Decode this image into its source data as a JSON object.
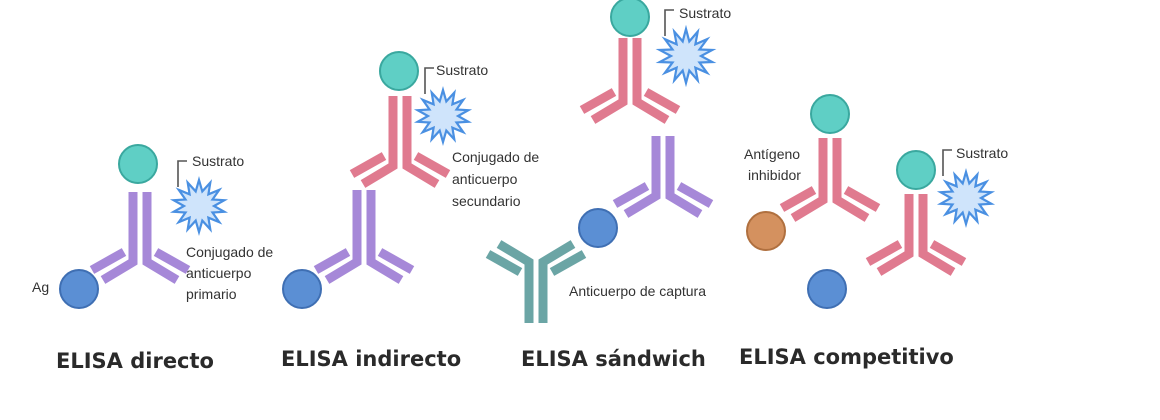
{
  "colors": {
    "primary_antibody": "#a688d8",
    "secondary_antibody": "#e07a8f",
    "capture_antibody": "#6ba5a5",
    "enzyme": "#5fcfc5",
    "enzyme_stroke": "#3aa89f",
    "antigen": "#5b8fd4",
    "antigen_stroke": "#3f6fb3",
    "inhibitor_antigen": "#d4915f",
    "inhibitor_stroke": "#b0703f",
    "substrate": "#cfe4fb",
    "substrate_stroke": "#4a90e2"
  },
  "panels": {
    "direct": {
      "title": "ELISA directo",
      "antigen_label": "Ag",
      "substrate_label": "Sustrato",
      "conjugate_label": [
        "Conjugado de",
        "anticuerpo",
        "primario"
      ]
    },
    "indirect": {
      "title": "ELISA indirecto",
      "substrate_label": "Sustrato",
      "conjugate_label": [
        "Conjugado de",
        "anticuerpo",
        "secundario"
      ]
    },
    "sandwich": {
      "title": "ELISA sándwich",
      "substrate_label": "Sustrato",
      "capture_label": "Anticuerpo de captura"
    },
    "competitive": {
      "title": "ELISA competitivo",
      "substrate_label": "Sustrato",
      "inhibitor_label": [
        "Antígeno",
        "inhibidor"
      ]
    }
  }
}
